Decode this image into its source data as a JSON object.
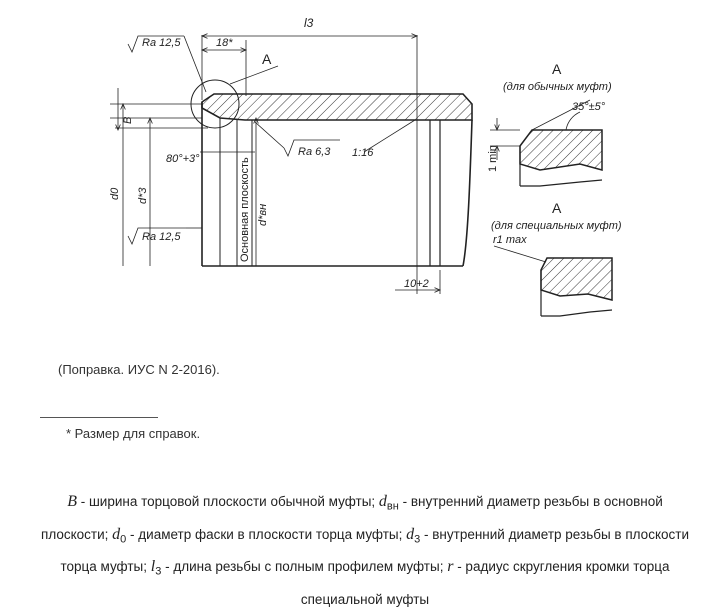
{
  "drawing": {
    "view_main": {
      "l3": "l3",
      "dim_18": "18*",
      "label_A": "A",
      "ra_top": "Ra 12,5",
      "ra_mid": "Ra 6,3",
      "ra_bottom": "Ra 12,5",
      "taper": "1:16",
      "angle": "80°+3°",
      "B": "B",
      "d0": "d0",
      "d3": "d*3",
      "dvn": "d*вн",
      "plane": "Основная плоскость",
      "dim_10": "10+2"
    },
    "detail_regular": {
      "title": "A",
      "subtitle": "(для обычных муфт)",
      "angle": "35°±5°",
      "min": "1 min"
    },
    "detail_special": {
      "title": "A",
      "subtitle": "(для специальных муфт)",
      "radius": "r1 max"
    }
  },
  "notes": {
    "amendment": "(Поправка. ИУС N 2-2016).",
    "footnote": "* Размер для справок."
  },
  "legend": {
    "B_sym": "B",
    "B_text": " - ширина торцовой плоскости обычной муфты; ",
    "dvn_sym": "d",
    "dvn_sub": "вн",
    "dvn_text": " - внутренний диаметр резьбы в основной плоскости; ",
    "d0_sym": "d",
    "d0_sub": "0",
    "d0_text": " - диаметр фаски в плоскости торца муфты; ",
    "d3_sym": "d",
    "d3_sub": "3",
    "d3_text": " - внутренний диаметр резьбы в плоскости торца муфты; ",
    "l3_sym": "l",
    "l3_sub": "3",
    "l3_text": " - длина резьбы с полным профилем муфты; ",
    "r_sym": "r",
    "r_text": " - радиус скругления кромки торца специальной муфты"
  }
}
